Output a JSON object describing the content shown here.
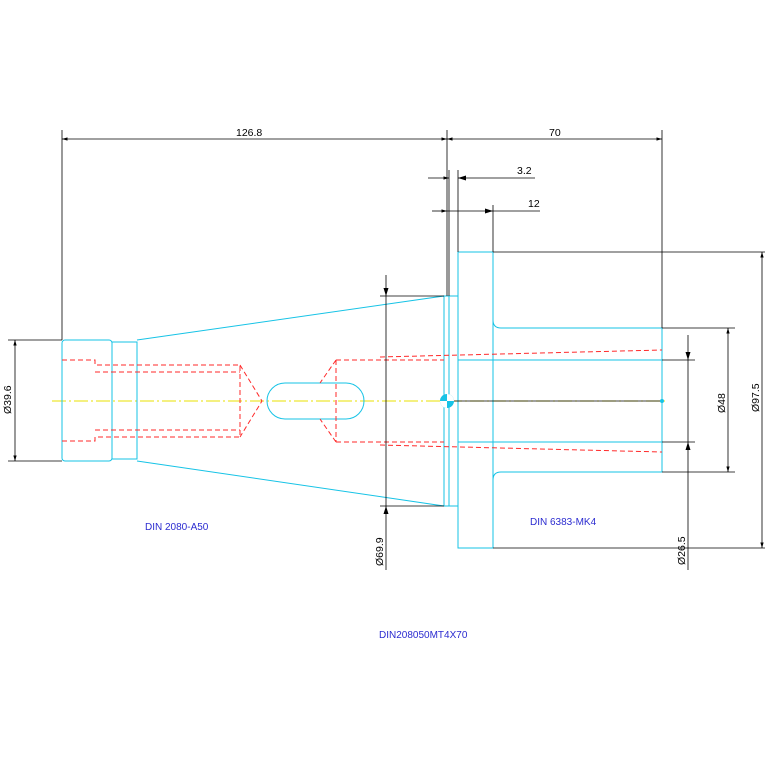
{
  "drawing": {
    "part_labels": {
      "left": "DIN 2080-A50",
      "right": "DIN 6383-MK4",
      "bottom": "DIN208050MT4X70"
    },
    "dimensions": {
      "overall_left": "126.8",
      "overall_right": "70",
      "step_a": "3.2",
      "step_b": "12",
      "dia_39_6": "Ø39.6",
      "dia_69_9": "Ø69.9",
      "dia_48": "Ø48",
      "dia_97_5": "Ø97.5",
      "dia_26_5": "Ø26.5"
    },
    "colors": {
      "outline": "#16c3e6",
      "hidden": "#ff2a2a",
      "center": "#e8e000",
      "dimension": "#000000",
      "label": "#2b2bd0"
    }
  }
}
